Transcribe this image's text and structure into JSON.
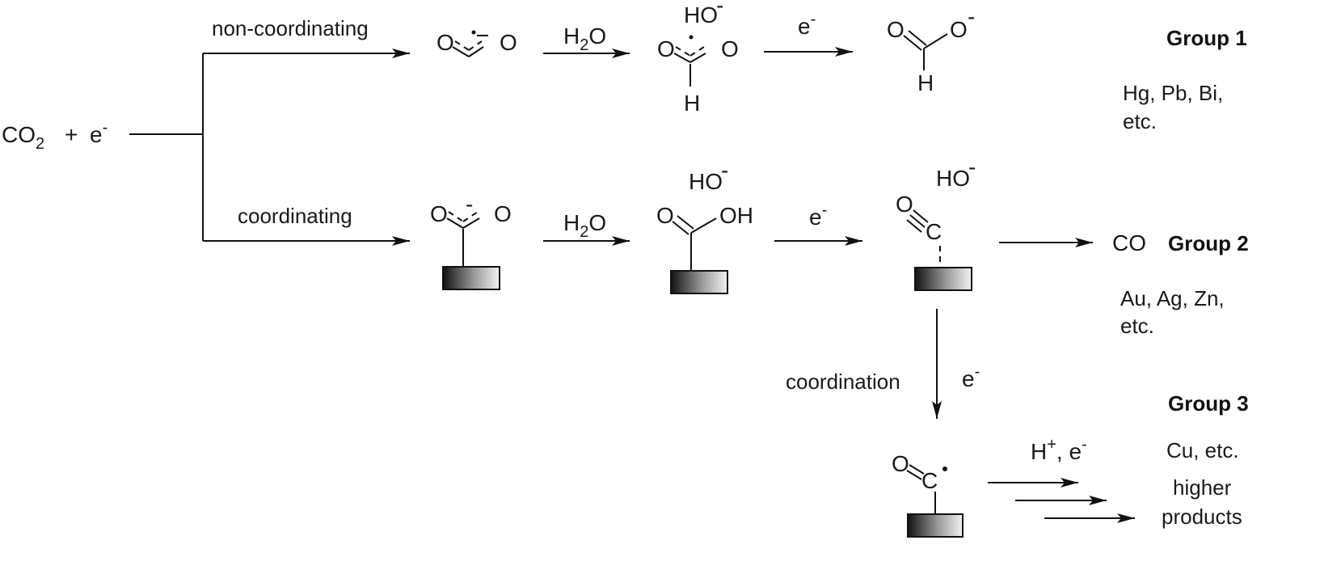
{
  "start": {
    "species": "CO",
    "sub": "2",
    "plus": "+",
    "electron": "e",
    "electron_sup": "-"
  },
  "paths": {
    "non_coordinating": "non-coordinating",
    "coordinating": "coordinating",
    "coordination": "coordination"
  },
  "reagents": {
    "water": "H",
    "water_sub": "2",
    "water_o": "O",
    "electron": "e",
    "electron_sup": "-",
    "proton": "H",
    "proton_sup": "+",
    "proton_electron": ", e",
    "proton_electron_sup": "-"
  },
  "atoms": {
    "O": "O",
    "C": "C",
    "H": "H",
    "OH": "OH",
    "HO": "HO",
    "minus": "-",
    "radical": "•"
  },
  "products": {
    "co": "CO",
    "higher_line1": "higher",
    "higher_line2": "products"
  },
  "groups": {
    "g1_title": "Group 1",
    "g1_line1": "Hg, Pb, Bi,",
    "g1_line2": "etc.",
    "g2_title": "Group 2",
    "g2_line1": "Au, Ag, Zn,",
    "g2_line2": "etc.",
    "g3_title": "Group 3",
    "g3_line1": "Cu, etc."
  },
  "colors": {
    "ink": "#111111",
    "surface_dark": "#111111",
    "surface_light": "#f2f2f2"
  }
}
